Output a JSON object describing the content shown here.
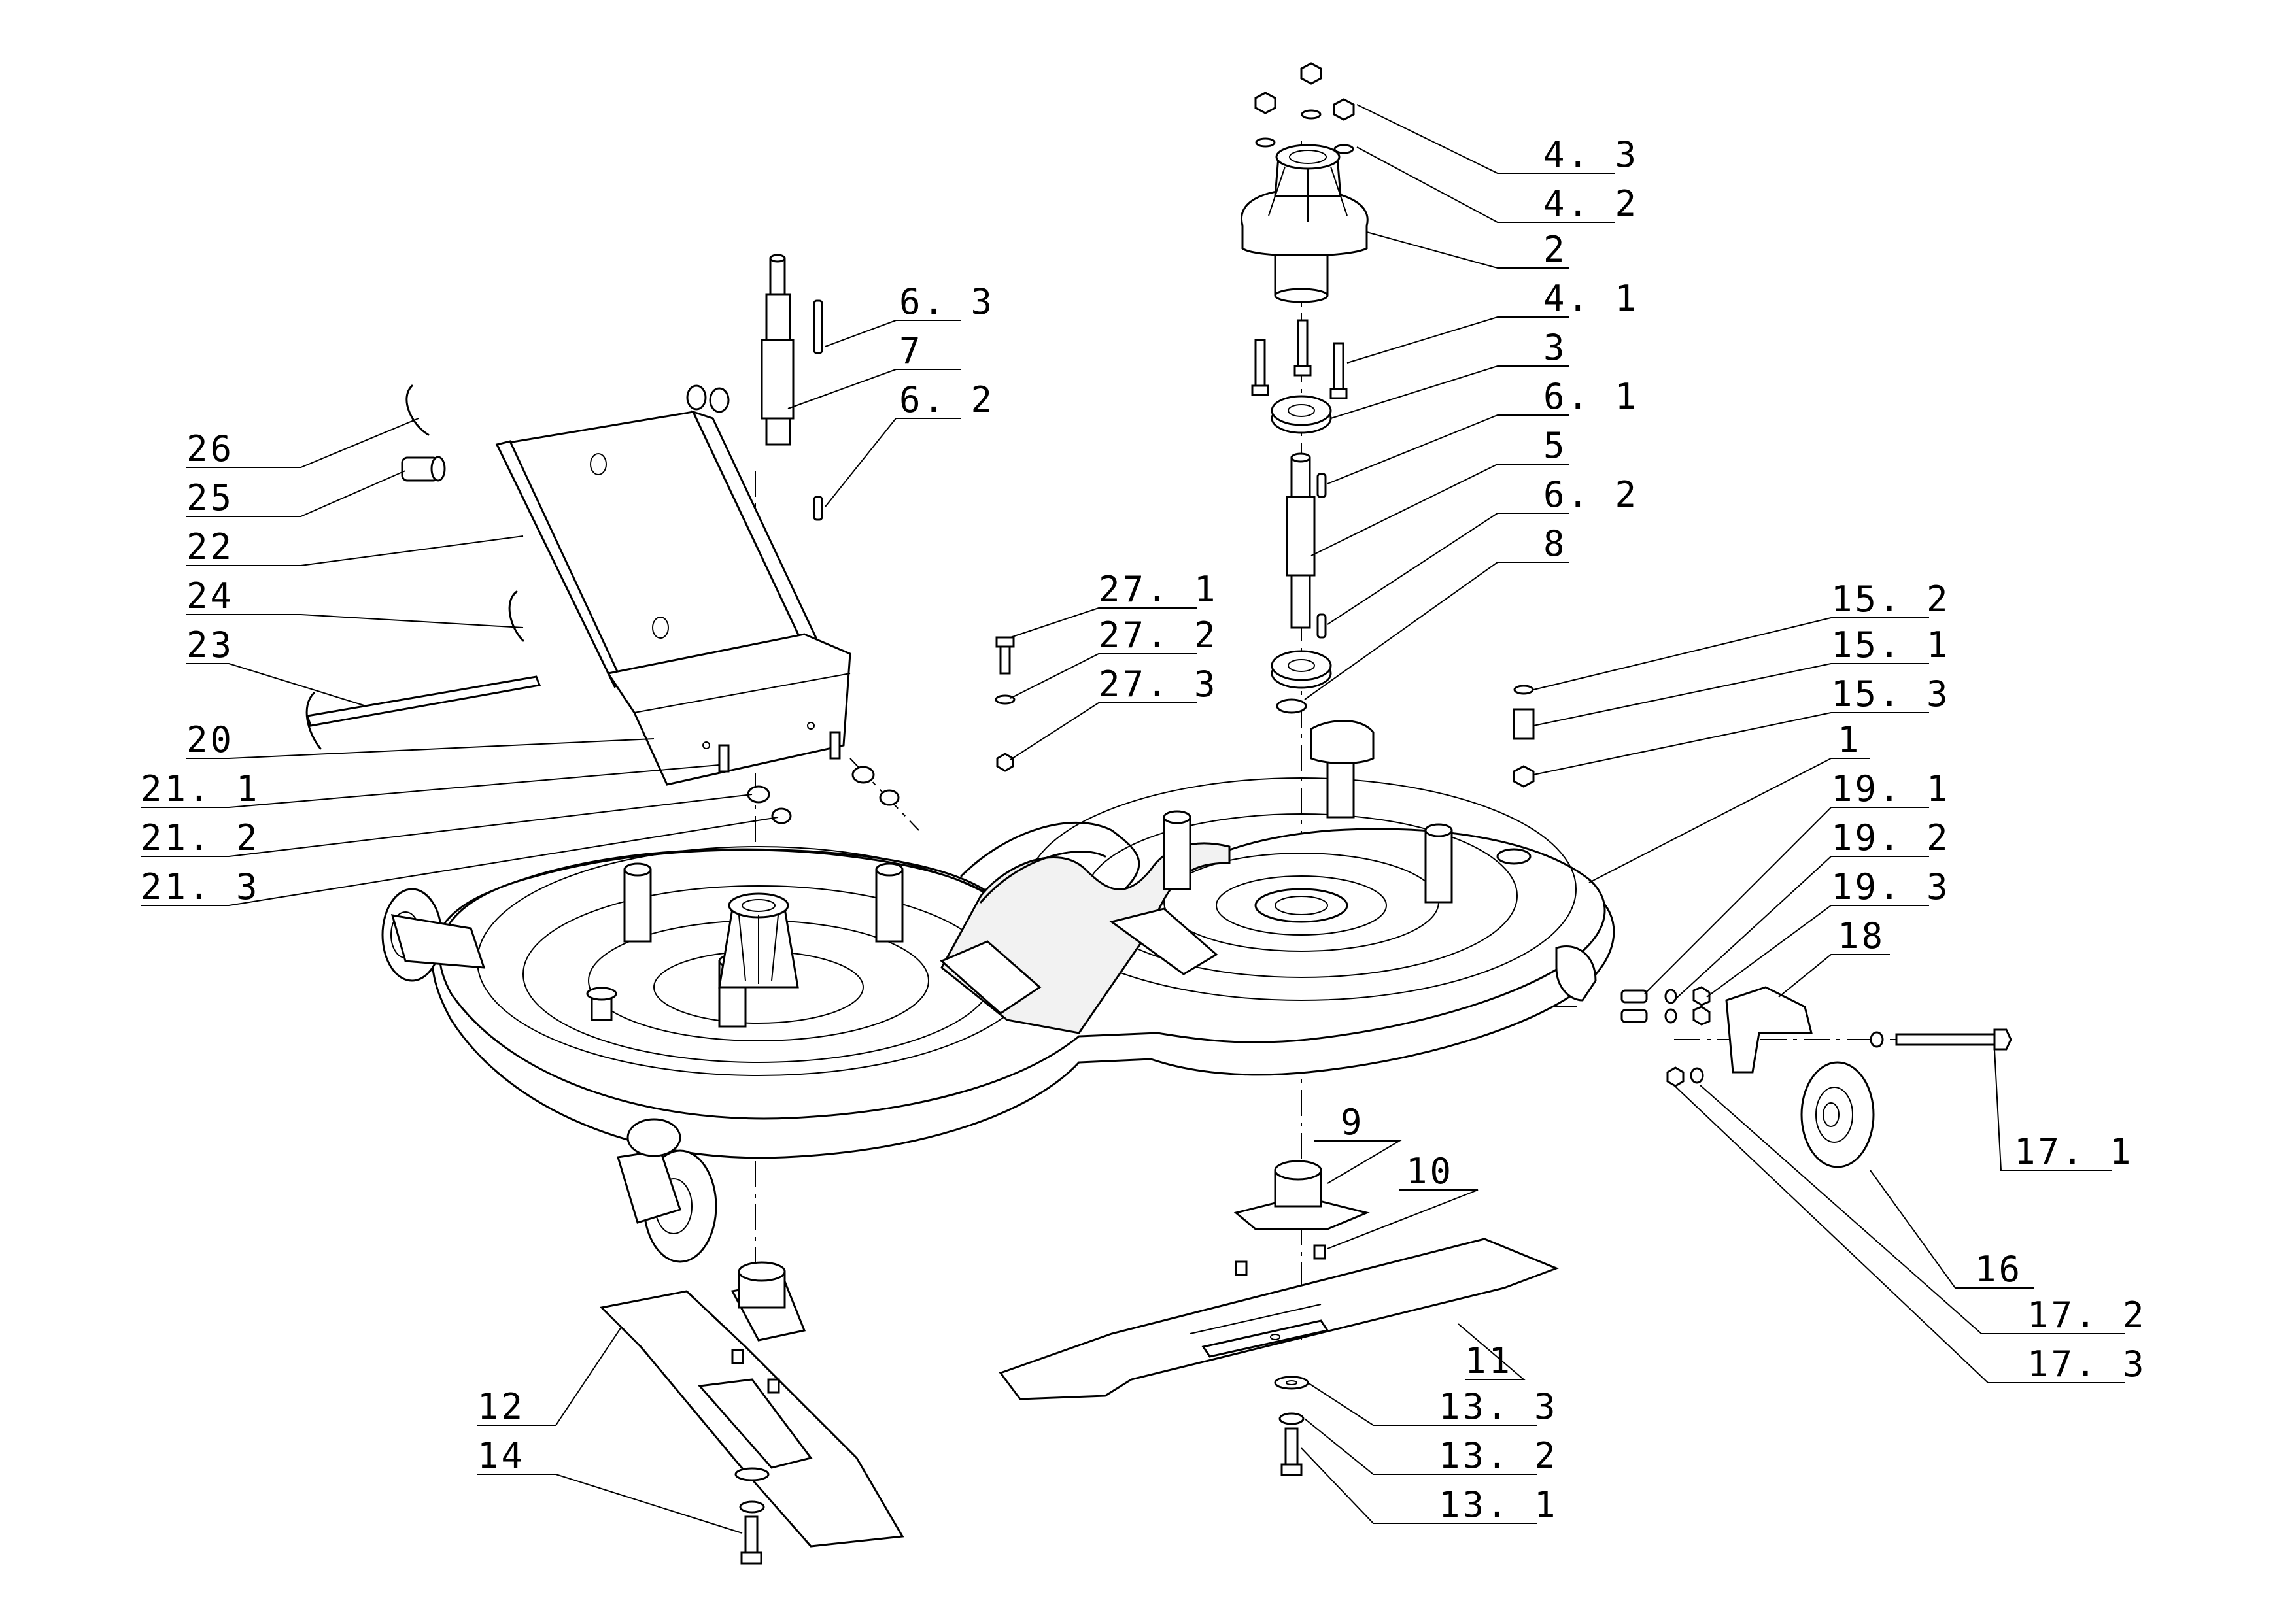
{
  "callouts": [
    {
      "id": "c43",
      "text": "4. 3"
    },
    {
      "id": "c42",
      "text": "4. 2"
    },
    {
      "id": "c2",
      "text": "2"
    },
    {
      "id": "c41",
      "text": "4. 1"
    },
    {
      "id": "c3",
      "text": "3"
    },
    {
      "id": "c61",
      "text": "6. 1"
    },
    {
      "id": "c5",
      "text": "5"
    },
    {
      "id": "c62b",
      "text": "6. 2"
    },
    {
      "id": "c8",
      "text": "8"
    },
    {
      "id": "c63",
      "text": "6. 3"
    },
    {
      "id": "c7",
      "text": "7"
    },
    {
      "id": "c62a",
      "text": "6. 2"
    },
    {
      "id": "c26",
      "text": "26"
    },
    {
      "id": "c25",
      "text": "25"
    },
    {
      "id": "c22",
      "text": "22"
    },
    {
      "id": "c24",
      "text": "24"
    },
    {
      "id": "c23",
      "text": "23"
    },
    {
      "id": "c20",
      "text": "20"
    },
    {
      "id": "c211",
      "text": "21. 1"
    },
    {
      "id": "c212",
      "text": "21. 2"
    },
    {
      "id": "c213",
      "text": "21. 3"
    },
    {
      "id": "c271",
      "text": "27. 1"
    },
    {
      "id": "c272",
      "text": "27. 2"
    },
    {
      "id": "c273",
      "text": "27. 3"
    },
    {
      "id": "c152",
      "text": "15. 2"
    },
    {
      "id": "c151",
      "text": "15. 1"
    },
    {
      "id": "c153",
      "text": "15. 3"
    },
    {
      "id": "c1",
      "text": "1"
    },
    {
      "id": "c191",
      "text": "19. 1"
    },
    {
      "id": "c192",
      "text": "19. 2"
    },
    {
      "id": "c193",
      "text": "19. 3"
    },
    {
      "id": "c18",
      "text": "18"
    },
    {
      "id": "c171",
      "text": "17. 1"
    },
    {
      "id": "c16",
      "text": "16"
    },
    {
      "id": "c172",
      "text": "17. 2"
    },
    {
      "id": "c173",
      "text": "17. 3"
    },
    {
      "id": "c9",
      "text": "9"
    },
    {
      "id": "c10",
      "text": "10"
    },
    {
      "id": "c11",
      "text": "11"
    },
    {
      "id": "c133",
      "text": "13. 3"
    },
    {
      "id": "c132",
      "text": "13. 2"
    },
    {
      "id": "c131",
      "text": "13. 1"
    },
    {
      "id": "c12",
      "text": "12"
    },
    {
      "id": "c14",
      "text": "14"
    }
  ]
}
